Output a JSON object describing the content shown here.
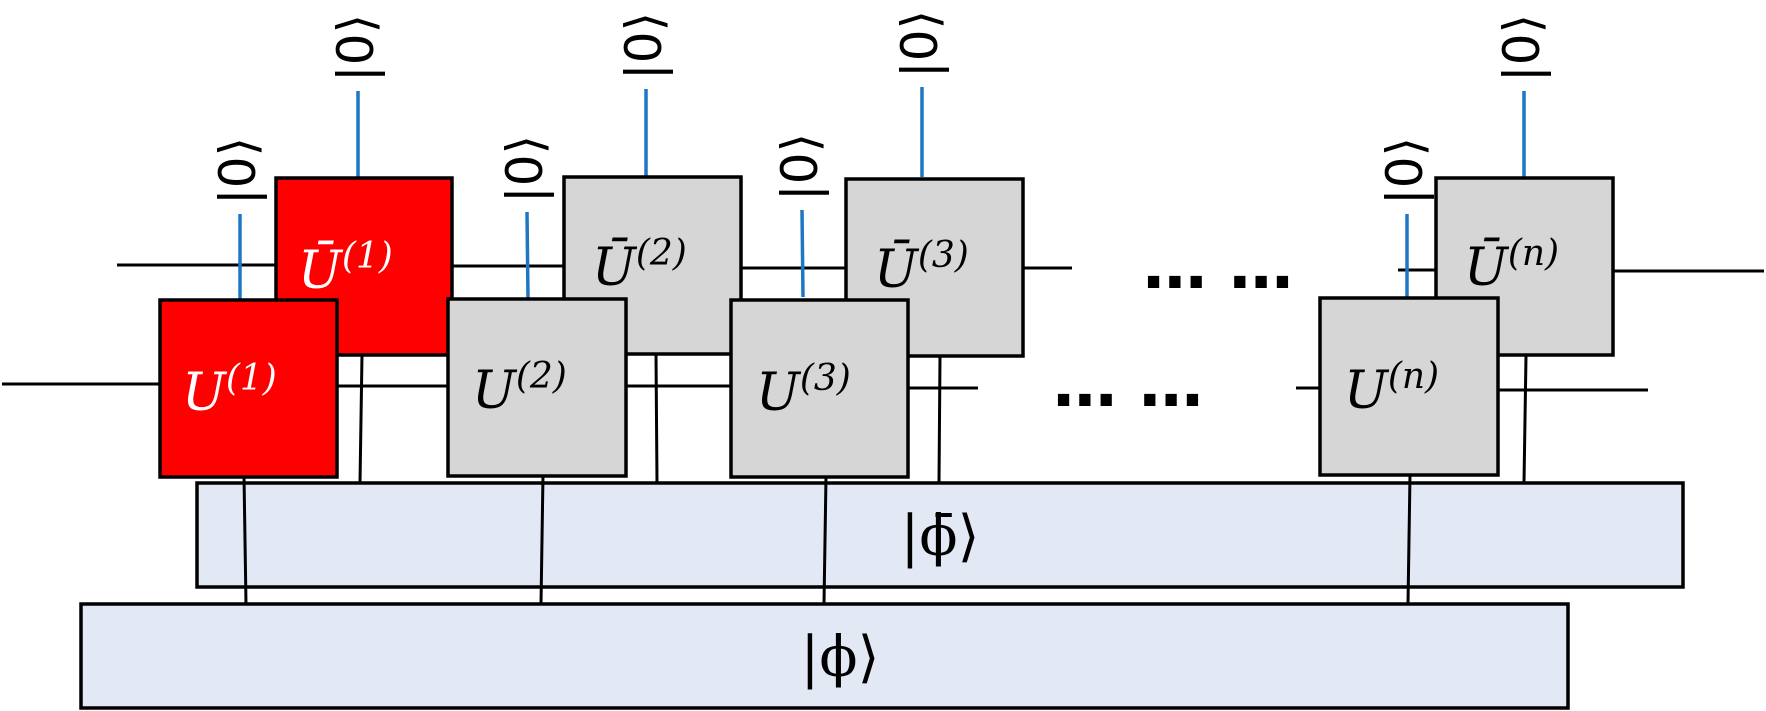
{
  "colors": {
    "highlight": "#ff0000",
    "gate": "#d6d6d6",
    "state": "#e2e8f4",
    "wire_blue": "#1f77c4"
  },
  "front_gates": [
    {
      "name": "front-gate-1",
      "label": "U",
      "sup": "(1)",
      "highlight": true
    },
    {
      "name": "front-gate-2",
      "label": "U",
      "sup": "(2)",
      "highlight": false
    },
    {
      "name": "front-gate-3",
      "label": "U",
      "sup": "(3)",
      "highlight": false
    },
    {
      "name": "front-gate-n",
      "label": "U",
      "sup": "(n)",
      "highlight": false
    }
  ],
  "back_gates": [
    {
      "name": "back-gate-1",
      "label": "Ū",
      "sup": "(1)",
      "highlight": true
    },
    {
      "name": "back-gate-2",
      "label": "Ū",
      "sup": "(2)",
      "highlight": false
    },
    {
      "name": "back-gate-3",
      "label": "Ū",
      "sup": "(3)",
      "highlight": false
    },
    {
      "name": "back-gate-n",
      "label": "Ū",
      "sup": "(n)",
      "highlight": false
    }
  ],
  "projector_label": "|0⟩",
  "ellipsis": "… …",
  "states": {
    "front": "|ϕ⟩",
    "back": "|ϕ̄⟩"
  }
}
